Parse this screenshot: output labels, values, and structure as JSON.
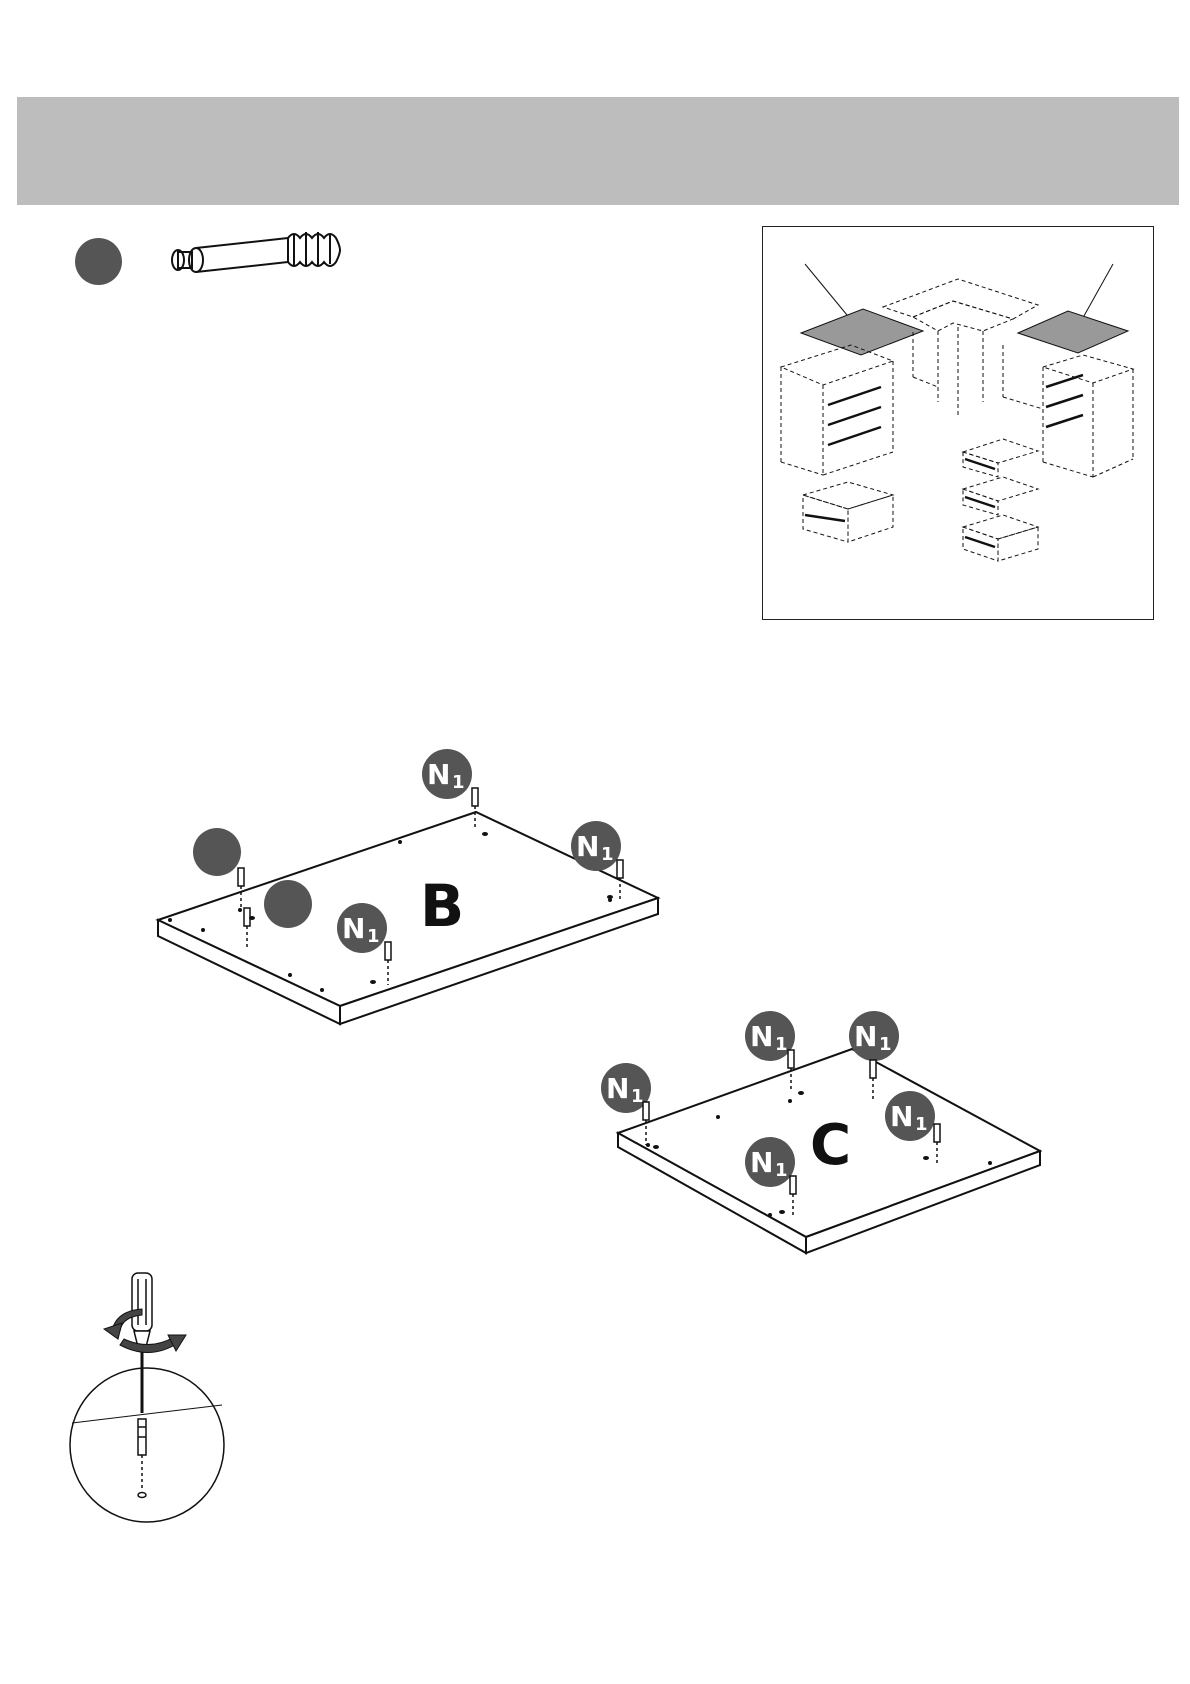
{
  "parts": {
    "panel_b_letter": "B",
    "panel_c_letter": "C",
    "cam_bolt_code": "N",
    "cam_bolt_subscript": "1"
  },
  "panel_b_cam_bolt_count": 3,
  "panel_c_cam_bolt_count": 5,
  "icons": {
    "part_badge": "filled-circle",
    "cam_bolt": "cam-bolt-icon",
    "screwdriver": "screwdriver-icon",
    "rotate_arrow": "clockwise-arrow-icon"
  },
  "colors": {
    "header_band": "#bdbdbd",
    "badge_fill": "#555555",
    "line": "#111111"
  }
}
